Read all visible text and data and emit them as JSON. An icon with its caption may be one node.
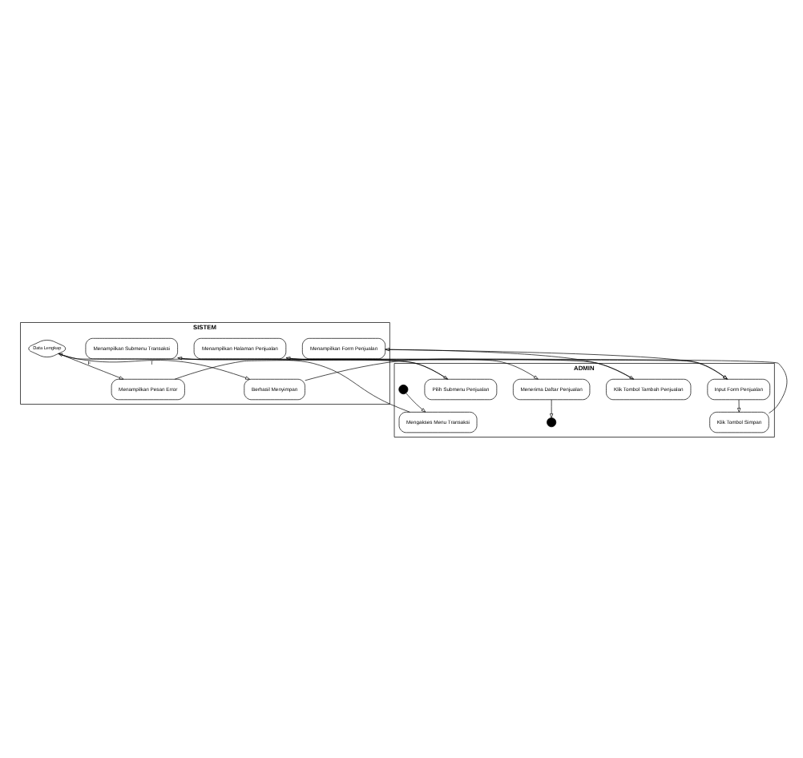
{
  "diagram": {
    "nodes": [
      {
        "text": [
          "ADMIN"
        ]
      },
      {
        "text": [
          "SISTEM"
        ]
      },
      {
        "text": [],
        "shape": "circle",
        "in": 0
      },
      {
        "text": [
          "Mengakses Menu Transaksi"
        ],
        "in": 0
      },
      {
        "text": [
          "Menampilkan Submenu Transaksi"
        ],
        "in": 1
      },
      {
        "text": [
          "Pilih Submenu Penjualan"
        ],
        "in": 0
      },
      {
        "text": [
          "Menampilkan Halaman Penjualan"
        ],
        "in": 1
      },
      {
        "text": [
          "Klik Tombol Tambah Penjualan"
        ],
        "in": 0
      },
      {
        "text": [
          "Menampilkan Form Penjualan"
        ],
        "in": 1
      },
      {
        "text": [
          "Input Form Penjualan"
        ],
        "in": 0
      },
      {
        "text": [
          "Menampilkan Pesan Error"
        ],
        "in": 1
      },
      {
        "text": [
          "Klik Tombol Simpan"
        ],
        "in": 0
      },
      {
        "text": [
          "Data Lengkap"
        ],
        "in": 1
      },
      {
        "text": [
          "Berhasil Menyimpan"
        ],
        "in": 1
      },
      {
        "text": [
          "Menerima Daftar Penjualan"
        ],
        "in": 0
      },
      {
        "text": [],
        "shape": "circle",
        "in": 0
      }
    ],
    "edges": [
      {
        "from": 2,
        "to": 3,
        "arrow": "to"
      },
      {
        "from": 3,
        "to": 4,
        "arrow": "to"
      },
      {
        "from": 4,
        "to": 5,
        "arrow": "to"
      },
      {
        "from": 5,
        "to": 6,
        "arrow": "to"
      },
      {
        "from": 6,
        "to": 7,
        "arrow": "to"
      },
      {
        "from": 7,
        "to": 8,
        "arrow": "to"
      },
      {
        "from": 8,
        "to": 9,
        "arrow": "to"
      },
      {
        "from": 10,
        "to": 9,
        "arrow": "to"
      },
      {
        "from": 9,
        "to": 11,
        "arrow": "to"
      },
      {
        "from": 11,
        "to": 12,
        "arrow": "to"
      },
      {
        "from": 12,
        "to": 10,
        "arrow": "to",
        "label": "F"
      },
      {
        "from": 12,
        "to": 13,
        "arrow": "to",
        "label": "T"
      },
      {
        "from": 13,
        "to": 14,
        "arrow": "to"
      },
      {
        "from": 14,
        "to": 15,
        "arrow": "to"
      }
    ]
  }
}
